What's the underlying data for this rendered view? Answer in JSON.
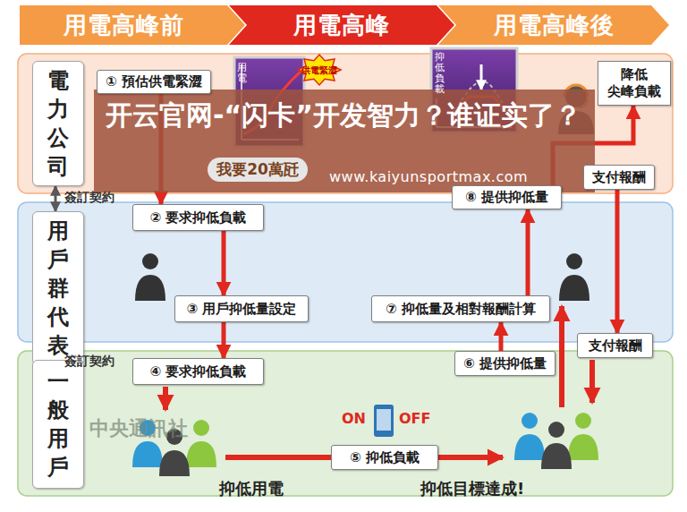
{
  "diagram": {
    "nodes": [
      {
        "text": [
          "用電高峰前"
        ]
      },
      {
        "text": [
          "用電高峰"
        ]
      },
      {
        "text": [
          "用電高峰後"
        ]
      },
      {
        "text": [
          "電力公司"
        ]
      },
      {
        "text": [
          "用戶群代表"
        ]
      },
      {
        "text": [
          "一般用戶"
        ]
      },
      {
        "text": [
          "① 預估供電緊澀"
        ]
      },
      {
        "text": [
          "我要20萬瓩"
        ]
      },
      {
        "text": [
          "降低 尖峰負載"
        ]
      },
      {
        "text": [
          "⑧ 提供抑低量"
        ]
      },
      {
        "text": [
          "支付報酬"
        ]
      },
      {
        "text": [
          "② 要求抑低負載"
        ]
      },
      {
        "text": [
          "③ 用戶抑低量設定"
        ]
      },
      {
        "text": [
          "⑦ 抑低量及相對報酬計算"
        ]
      },
      {
        "text": [
          "支付報酬"
        ]
      },
      {
        "text": [
          "④ 要求抑低負載"
        ]
      },
      {
        "text": [
          "⑥ 提供抑低量"
        ]
      },
      {
        "text": [
          "⑤ 抑低負載"
        ]
      }
    ],
    "edges": [
      {
        "from": 3,
        "to": 4,
        "label": "簽訂契約",
        "arrow": "both"
      },
      {
        "from": 4,
        "to": 5,
        "label": "簽訂契約",
        "arrow": "both"
      },
      {
        "from": 6,
        "to": 11,
        "arrow": "to"
      },
      {
        "from": 11,
        "to": 12,
        "arrow": "to"
      },
      {
        "from": 12,
        "to": 15,
        "arrow": "to"
      },
      {
        "from": 16,
        "to": 13,
        "arrow": "to"
      },
      {
        "from": 13,
        "to": 9,
        "arrow": "to"
      },
      {
        "from": 9,
        "to": 8,
        "arrow": "to"
      },
      {
        "from": 10,
        "to": 14,
        "arrow": "to"
      }
    ],
    "labels": [
      "供電緊澀",
      "用電",
      "抑低負載",
      "开云官网-“闪卡”开发智力？谁证实了？",
      "www.kaiyunsportmax.com",
      "ON",
      "OFF",
      "中央通訊社",
      "抑低用電",
      "抑低目標達成!"
    ]
  }
}
